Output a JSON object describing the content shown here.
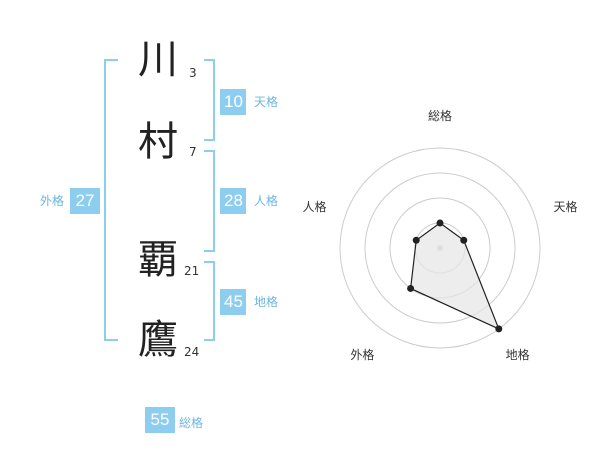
{
  "name": {
    "characters": [
      {
        "char": "川",
        "strokes": "3"
      },
      {
        "char": "村",
        "strokes": "7"
      },
      {
        "char": "覇",
        "strokes": "21"
      },
      {
        "char": "鷹",
        "strokes": "24"
      }
    ]
  },
  "scores": {
    "tenkaku": {
      "value": "10",
      "label": "天格"
    },
    "jinkaku": {
      "value": "28",
      "label": "人格"
    },
    "chikaku": {
      "value": "45",
      "label": "地格"
    },
    "gaikaku": {
      "value": "27",
      "label": "外格"
    },
    "soukaku": {
      "value": "55",
      "label": "総格"
    }
  },
  "radar": {
    "axes": [
      "総格",
      "天格",
      "地格",
      "外格",
      "人格"
    ],
    "levels": 4,
    "values": [
      0.25,
      0.25,
      1.0,
      0.5,
      0.25
    ],
    "line_color": "#222222",
    "fill_color": "#e6e6e6",
    "grid_color": "#cccccc"
  }
}
